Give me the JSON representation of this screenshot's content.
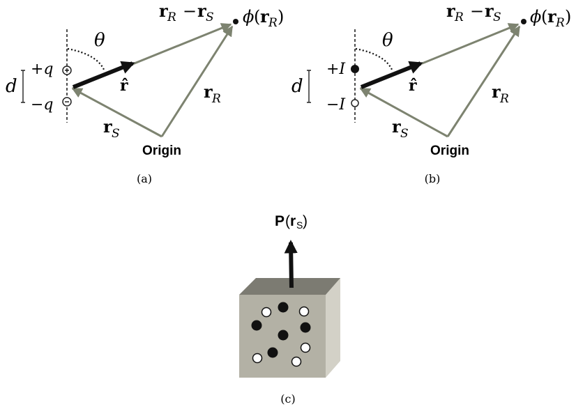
{
  "colors": {
    "vector_gray": "#7d8370",
    "bold_arrow": "#111111",
    "cube_front": "#b3b1a5",
    "cube_top": "#7c7b72",
    "cube_side": "#d3d1c7"
  },
  "panel_a": {
    "caption": "(a)",
    "theta": "θ",
    "diff_r": "r",
    "diff_sub_R": "R",
    "diff_minus": "−",
    "diff_r2": "r",
    "diff_sub_S": "S",
    "phi": "ϕ",
    "phi_open": "(",
    "phi_r": "r",
    "phi_sub": "R",
    "phi_close": ")",
    "plus_charge": "+q",
    "minus_charge": "−q",
    "plus_symbol": "+",
    "minus_symbol": "−",
    "d_label": "d",
    "rhat": "r̂",
    "rR": "r",
    "rR_sub": "R",
    "rS": "r",
    "rS_sub": "S",
    "origin": "Origin"
  },
  "panel_b": {
    "caption": "(b)",
    "theta": "θ",
    "diff_r": "r",
    "diff_sub_R": "R",
    "diff_minus": "−",
    "diff_r2": "r",
    "diff_sub_S": "S",
    "phi": "ϕ",
    "phi_open": "(",
    "phi_r": "r",
    "phi_sub": "R",
    "phi_close": ")",
    "plus_current": "+I",
    "minus_current": "−I",
    "d_label": "d",
    "rhat": "r̂",
    "rR": "r",
    "rR_sub": "R",
    "rS": "r",
    "rS_sub": "S",
    "origin": "Origin"
  },
  "panel_c": {
    "caption": "(c)",
    "P": "P",
    "P_open": "(",
    "P_r": "r",
    "P_sub": "S",
    "P_close": ")",
    "filled_particles": 5,
    "open_particles": 5
  }
}
